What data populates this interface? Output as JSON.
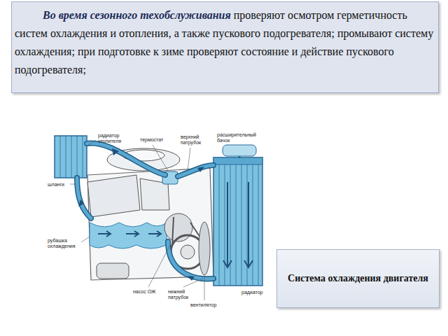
{
  "diagram": {
    "nodes": [
      {
        "text": [
          "Во время  сезонного техобслуживания",
          "проверяют осмотром герметичность систем охлаждения и отопления, а также пускового подогревателя; промывают систему охлаждения; при подготовке к зиме проверяют состояние и действие пускового подогревателя;"
        ]
      },
      {
        "text": [
          "Система охлаждения двигателя"
        ]
      }
    ],
    "labels": [
      "радиатор отопителя",
      "термостат",
      "верхний патрубок",
      "расширительный бачок",
      "шланги",
      "рубашка охлаждения",
      "насос ОЖ",
      "нижний патрубок",
      "радиатор",
      "вентилятор"
    ]
  }
}
